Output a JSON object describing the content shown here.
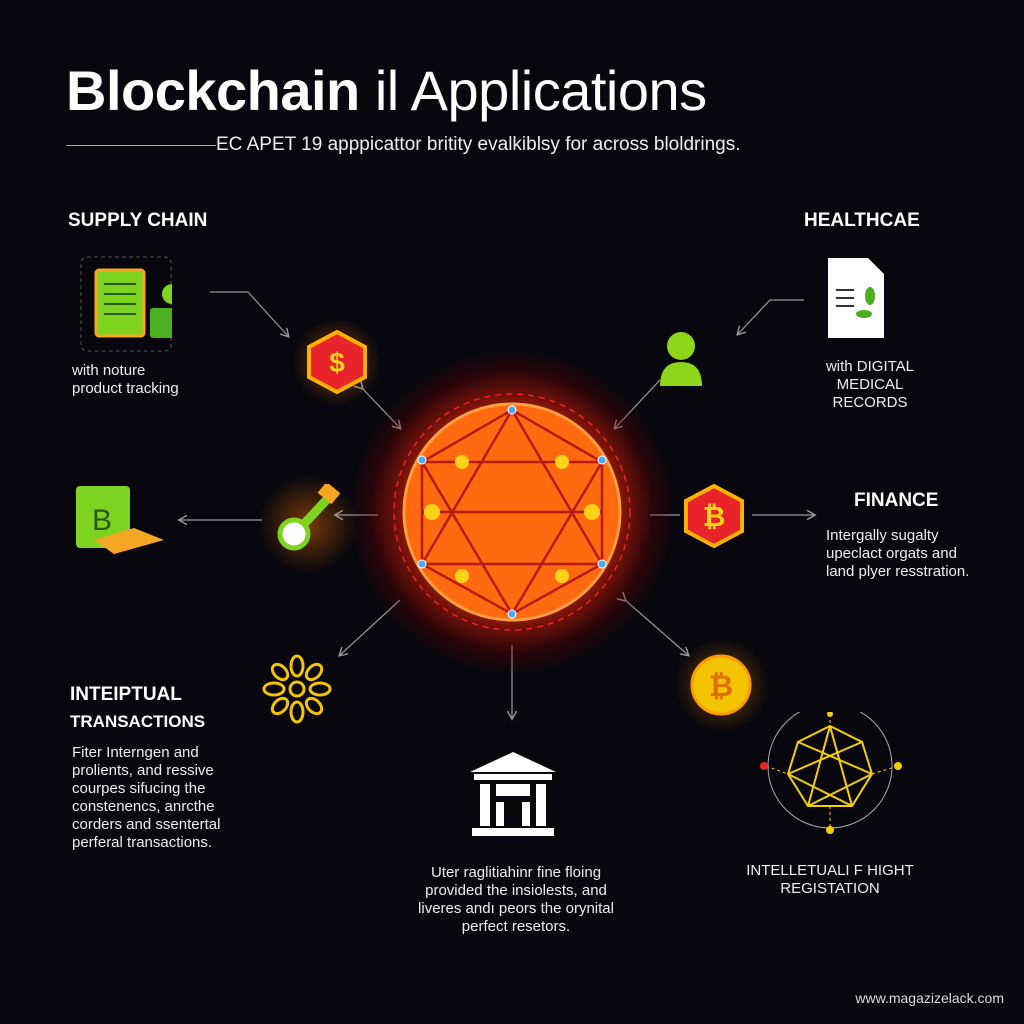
{
  "title": {
    "bold": "Blockchain",
    "rest": " il Applications"
  },
  "subtitle": "EC APET 19 apppicattor britity evalkiblsy for across bloldrings.",
  "sections": {
    "supply_chain": {
      "heading": "SUPPLY CHAIN",
      "text": [
        "with noture",
        "product tracking"
      ]
    },
    "healthcare": {
      "heading": "HEALTHCAE",
      "text": [
        "with DIGITAL",
        "MEDICAL RECORDS"
      ]
    },
    "finance": {
      "heading": "FINANCE",
      "text": [
        "Intergally sugalty",
        "upeclact orgats and",
        "land plyer resstration."
      ]
    },
    "transactions": {
      "heading1": "INTEIPTUAL",
      "heading2": "TRANSACTIONS",
      "text": [
        "Fiter Interngen and",
        "prolients, and ressive",
        "courpes sifucing the",
        "constenencs, anrcthe",
        "corders and ssentertal",
        "perferal transactions."
      ]
    },
    "government": {
      "text": [
        "Uter raglitiahinr fine floing",
        "provided the insiolests, and",
        "liveres andı peors the orynital",
        "perfect resetors."
      ]
    },
    "ip": {
      "heading": [
        "INTELLETUALI F HIGHT",
        "REGISTATION"
      ]
    }
  },
  "icons": {
    "dollar": "$",
    "bitcoin": "₿",
    "laptop": "B"
  },
  "footer": "www.magazizelack.com",
  "colors": {
    "orange": "#ff6a10",
    "yellow": "#f5d000",
    "green": "#7ed321",
    "red": "#e8242a"
  }
}
